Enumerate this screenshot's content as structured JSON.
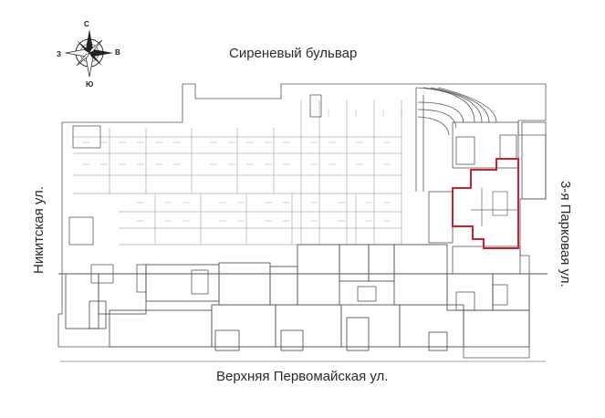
{
  "streets": {
    "top": "Сиреневый бульвар",
    "bottom": "Верхняя Первомайская ул.",
    "left": "Никитская ул.",
    "right": "3-я Парковая ул."
  },
  "compass": {
    "north": "С",
    "south": "Ю",
    "west": "З",
    "east": "В"
  },
  "colors": {
    "line": "#555555",
    "highlight": "#d0202e"
  }
}
